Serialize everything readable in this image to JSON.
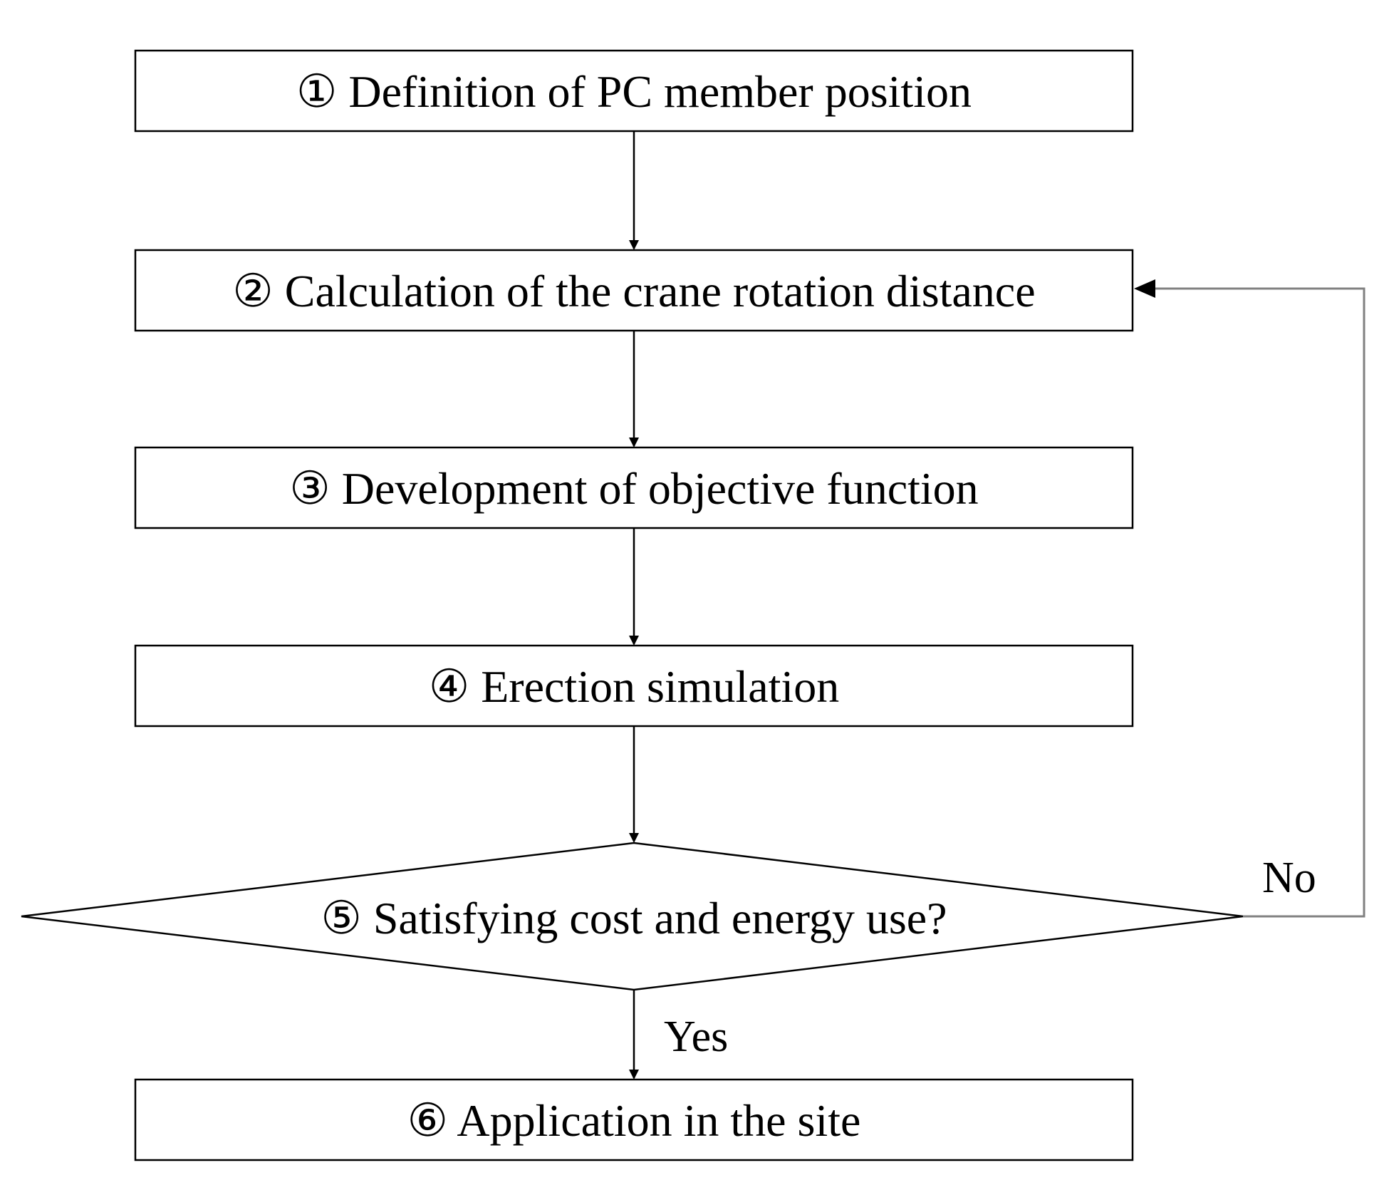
{
  "diagram": {
    "steps": [
      {
        "id": "step-1",
        "label": "① Definition of PC member position"
      },
      {
        "id": "step-2",
        "label": "② Calculation of the crane rotation distance"
      },
      {
        "id": "step-3",
        "label": "③ Development of objective function"
      },
      {
        "id": "step-4",
        "label": "④ Erection simulation"
      },
      {
        "id": "step-6",
        "label": "⑥ Application in the site"
      }
    ],
    "decision": {
      "label": "⑤ Satisfying cost and energy use?",
      "yes_label": "Yes",
      "no_label": "No"
    },
    "colors": {
      "line": "#000000",
      "feedback_line": "#808080",
      "background": "#ffffff"
    }
  }
}
